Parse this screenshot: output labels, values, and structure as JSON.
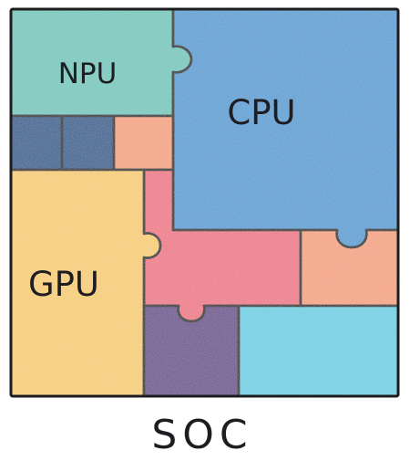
{
  "diagram": {
    "blocks": [
      {
        "id": "npu",
        "label": "NPU",
        "color": "#74c7bd"
      },
      {
        "id": "cpu",
        "label": "CPU",
        "color": "#579ed3"
      },
      {
        "id": "gpu",
        "label": "GPU",
        "color": "#f5cc73"
      },
      {
        "id": "navy-block-1",
        "label": "",
        "color": "#2c5d8e"
      },
      {
        "id": "navy-block-2",
        "label": "",
        "color": "#2c5d8e"
      },
      {
        "id": "salmon-block-small",
        "label": "",
        "color": "#f3a381"
      },
      {
        "id": "pink-block",
        "label": "",
        "color": "#ec7886"
      },
      {
        "id": "salmon-block-right",
        "label": "",
        "color": "#f3a381"
      },
      {
        "id": "purple-block",
        "label": "",
        "color": "#6c4f8e"
      },
      {
        "id": "light-blue-block",
        "label": "",
        "color": "#6dcfe3"
      }
    ],
    "caption": "SOC",
    "outline_color": "#1d1d1f"
  }
}
